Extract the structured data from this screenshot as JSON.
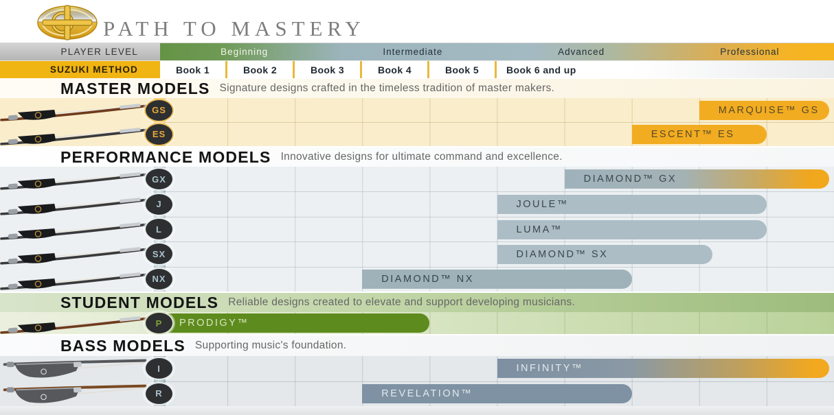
{
  "masthead": {
    "title": "PATH TO MASTERY",
    "logo": "codabow-compass-logo"
  },
  "player_level": {
    "label": "PLAYER LEVEL",
    "levels": [
      "Beginning",
      "Intermediate",
      "Advanced",
      "Professional"
    ]
  },
  "suzuki_method": {
    "label": "SUZUKI METHOD",
    "books": [
      "Book 1",
      "Book 2",
      "Book 3",
      "Book 4",
      "Book 5",
      "Book 6 and up"
    ]
  },
  "sections": [
    {
      "title": "MASTER MODELS",
      "subtitle": "Signature designs crafted in the timeless tradition of master makers.",
      "theme": "gold",
      "rows": [
        {
          "badge": "GS",
          "bow_icon": "violin-bow-brown",
          "bar": {
            "label": "MARQUISE™ GS",
            "fill": "gold",
            "start_col": 8,
            "end_col": 9.93
          }
        },
        {
          "badge": "ES",
          "bow_icon": "violin-bow-dark",
          "bar": {
            "label": "ESCENT™ ES",
            "fill": "gold",
            "start_col": 7,
            "end_col": 9
          }
        }
      ]
    },
    {
      "title": "PERFORMANCE MODELS",
      "subtitle": "Innovative designs for ultimate command and excellence.",
      "theme": "steel",
      "rows": [
        {
          "badge": "GX",
          "bow_icon": "violin-bow-dark",
          "bar": {
            "label": "DIAMOND™ GX",
            "fill": "steel-gold",
            "start_col": 6,
            "end_col": 9.93
          }
        },
        {
          "badge": "J",
          "bow_icon": "violin-bow-dark",
          "bar": {
            "label": "JOULE™",
            "fill": "steel",
            "start_col": 5,
            "end_col": 9
          }
        },
        {
          "badge": "L",
          "bow_icon": "violin-bow-dark",
          "bar": {
            "label": "LUMA™",
            "fill": "steel",
            "start_col": 5,
            "end_col": 9
          }
        },
        {
          "badge": "SX",
          "bow_icon": "violin-bow-dark",
          "bar": {
            "label": "DIAMOND™ SX",
            "fill": "steel",
            "start_col": 5,
            "end_col": 8.2
          }
        },
        {
          "badge": "NX",
          "bow_icon": "violin-bow-dark",
          "bar": {
            "label": "DIAMOND™ NX",
            "fill": "steel-dark",
            "start_col": 3,
            "end_col": 7
          }
        }
      ]
    },
    {
      "title": "STUDENT MODELS",
      "subtitle": "Reliable designs created to elevate and support developing musicians.",
      "theme": "green",
      "rows": [
        {
          "badge": "P",
          "bow_icon": "violin-bow-brown",
          "bar": {
            "label": "PRODIGY™",
            "fill": "green",
            "start_col": 0,
            "end_col": 4
          }
        }
      ]
    },
    {
      "title": "BASS MODELS",
      "subtitle": "Supporting music's foundation.",
      "theme": "slate",
      "rows": [
        {
          "badge": "I",
          "bow_icon": "bass-bow-dark",
          "bar": {
            "label": "INFINITY™",
            "fill": "slate-gold",
            "start_col": 5,
            "end_col": 9.93
          }
        },
        {
          "badge": "R",
          "bow_icon": "bass-bow-brown",
          "bar": {
            "label": "REVELATION™",
            "fill": "slate",
            "start_col": 3,
            "end_col": 7
          }
        }
      ]
    }
  ],
  "colors": {
    "bar_gold": "#F2AC21",
    "bar_steel": "#ACBDC6",
    "bar_steel_dark": "#9FB2BA",
    "bar_green": "#5E8B1E",
    "bar_slate": "#7E92A3",
    "suzuki_gold": "#F0B413",
    "level_green": "#69984B",
    "level_steel": "#A3B8C1",
    "level_gold": "#F5B326",
    "badge_charcoal": "#2E2F30",
    "title_gray": "#7E7E7E",
    "master_row_bg": "#FAEDCB",
    "performance_row_bg": "#ECF0F2",
    "student_row_bg": "#DCE7C8",
    "bass_row_bg": "#E4E8EB"
  },
  "chart_data": {
    "type": "bar",
    "variant": "horizontal-range (gantt-style product lineup)",
    "title": "PATH TO MASTERY",
    "x_units": "grid columns; 0 = start of Book 1, each integer = one column, 10 = right edge",
    "x_axis_row_1_player_levels": [
      {
        "label": "Beginning",
        "approx_cols": [
          0,
          3
        ]
      },
      {
        "label": "Intermediate",
        "approx_cols": [
          3,
          6
        ]
      },
      {
        "label": "Advanced",
        "approx_cols": [
          6,
          8
        ]
      },
      {
        "label": "Professional",
        "approx_cols": [
          8,
          10
        ]
      }
    ],
    "x_axis_row_2_suzuki_books": [
      {
        "label": "Book 1",
        "cols": [
          0,
          1
        ]
      },
      {
        "label": "Book 2",
        "cols": [
          1,
          2
        ]
      },
      {
        "label": "Book 3",
        "cols": [
          2,
          3
        ]
      },
      {
        "label": "Book 4",
        "cols": [
          3,
          4
        ]
      },
      {
        "label": "Book 5",
        "cols": [
          4,
          5
        ]
      },
      {
        "label": "Book 6 and up",
        "cols": [
          5,
          7
        ]
      }
    ],
    "series": [
      {
        "name": "MARQUISE™ GS",
        "group": "MASTER MODELS",
        "start": 8,
        "end": 9.93,
        "color": "#F2AC21"
      },
      {
        "name": "ESCENT™ ES",
        "group": "MASTER MODELS",
        "start": 7,
        "end": 9,
        "color": "#F2AC21"
      },
      {
        "name": "DIAMOND™ GX",
        "group": "PERFORMANCE MODELS",
        "start": 6,
        "end": 9.93,
        "color": "#9FB2BC fading to #F2A91F"
      },
      {
        "name": "JOULE™",
        "group": "PERFORMANCE MODELS",
        "start": 5,
        "end": 9,
        "color": "#ACBDC6"
      },
      {
        "name": "LUMA™",
        "group": "PERFORMANCE MODELS",
        "start": 5,
        "end": 9,
        "color": "#ACBDC6"
      },
      {
        "name": "DIAMOND™ SX",
        "group": "PERFORMANCE MODELS",
        "start": 5,
        "end": 8.2,
        "color": "#ACBDC6"
      },
      {
        "name": "DIAMOND™ NX",
        "group": "PERFORMANCE MODELS",
        "start": 3,
        "end": 7,
        "color": "#9FB2BA"
      },
      {
        "name": "PRODIGY™",
        "group": "STUDENT MODELS",
        "start": 0,
        "end": 4,
        "color": "#5E8B1E"
      },
      {
        "name": "INFINITY™",
        "group": "BASS MODELS",
        "start": 5,
        "end": 9.93,
        "color": "#7D8FA2 fading to #F2A81F"
      },
      {
        "name": "REVELATION™",
        "group": "BASS MODELS",
        "start": 3,
        "end": 7,
        "color": "#7E92A3"
      }
    ],
    "legend_position": "none",
    "grid": true
  }
}
